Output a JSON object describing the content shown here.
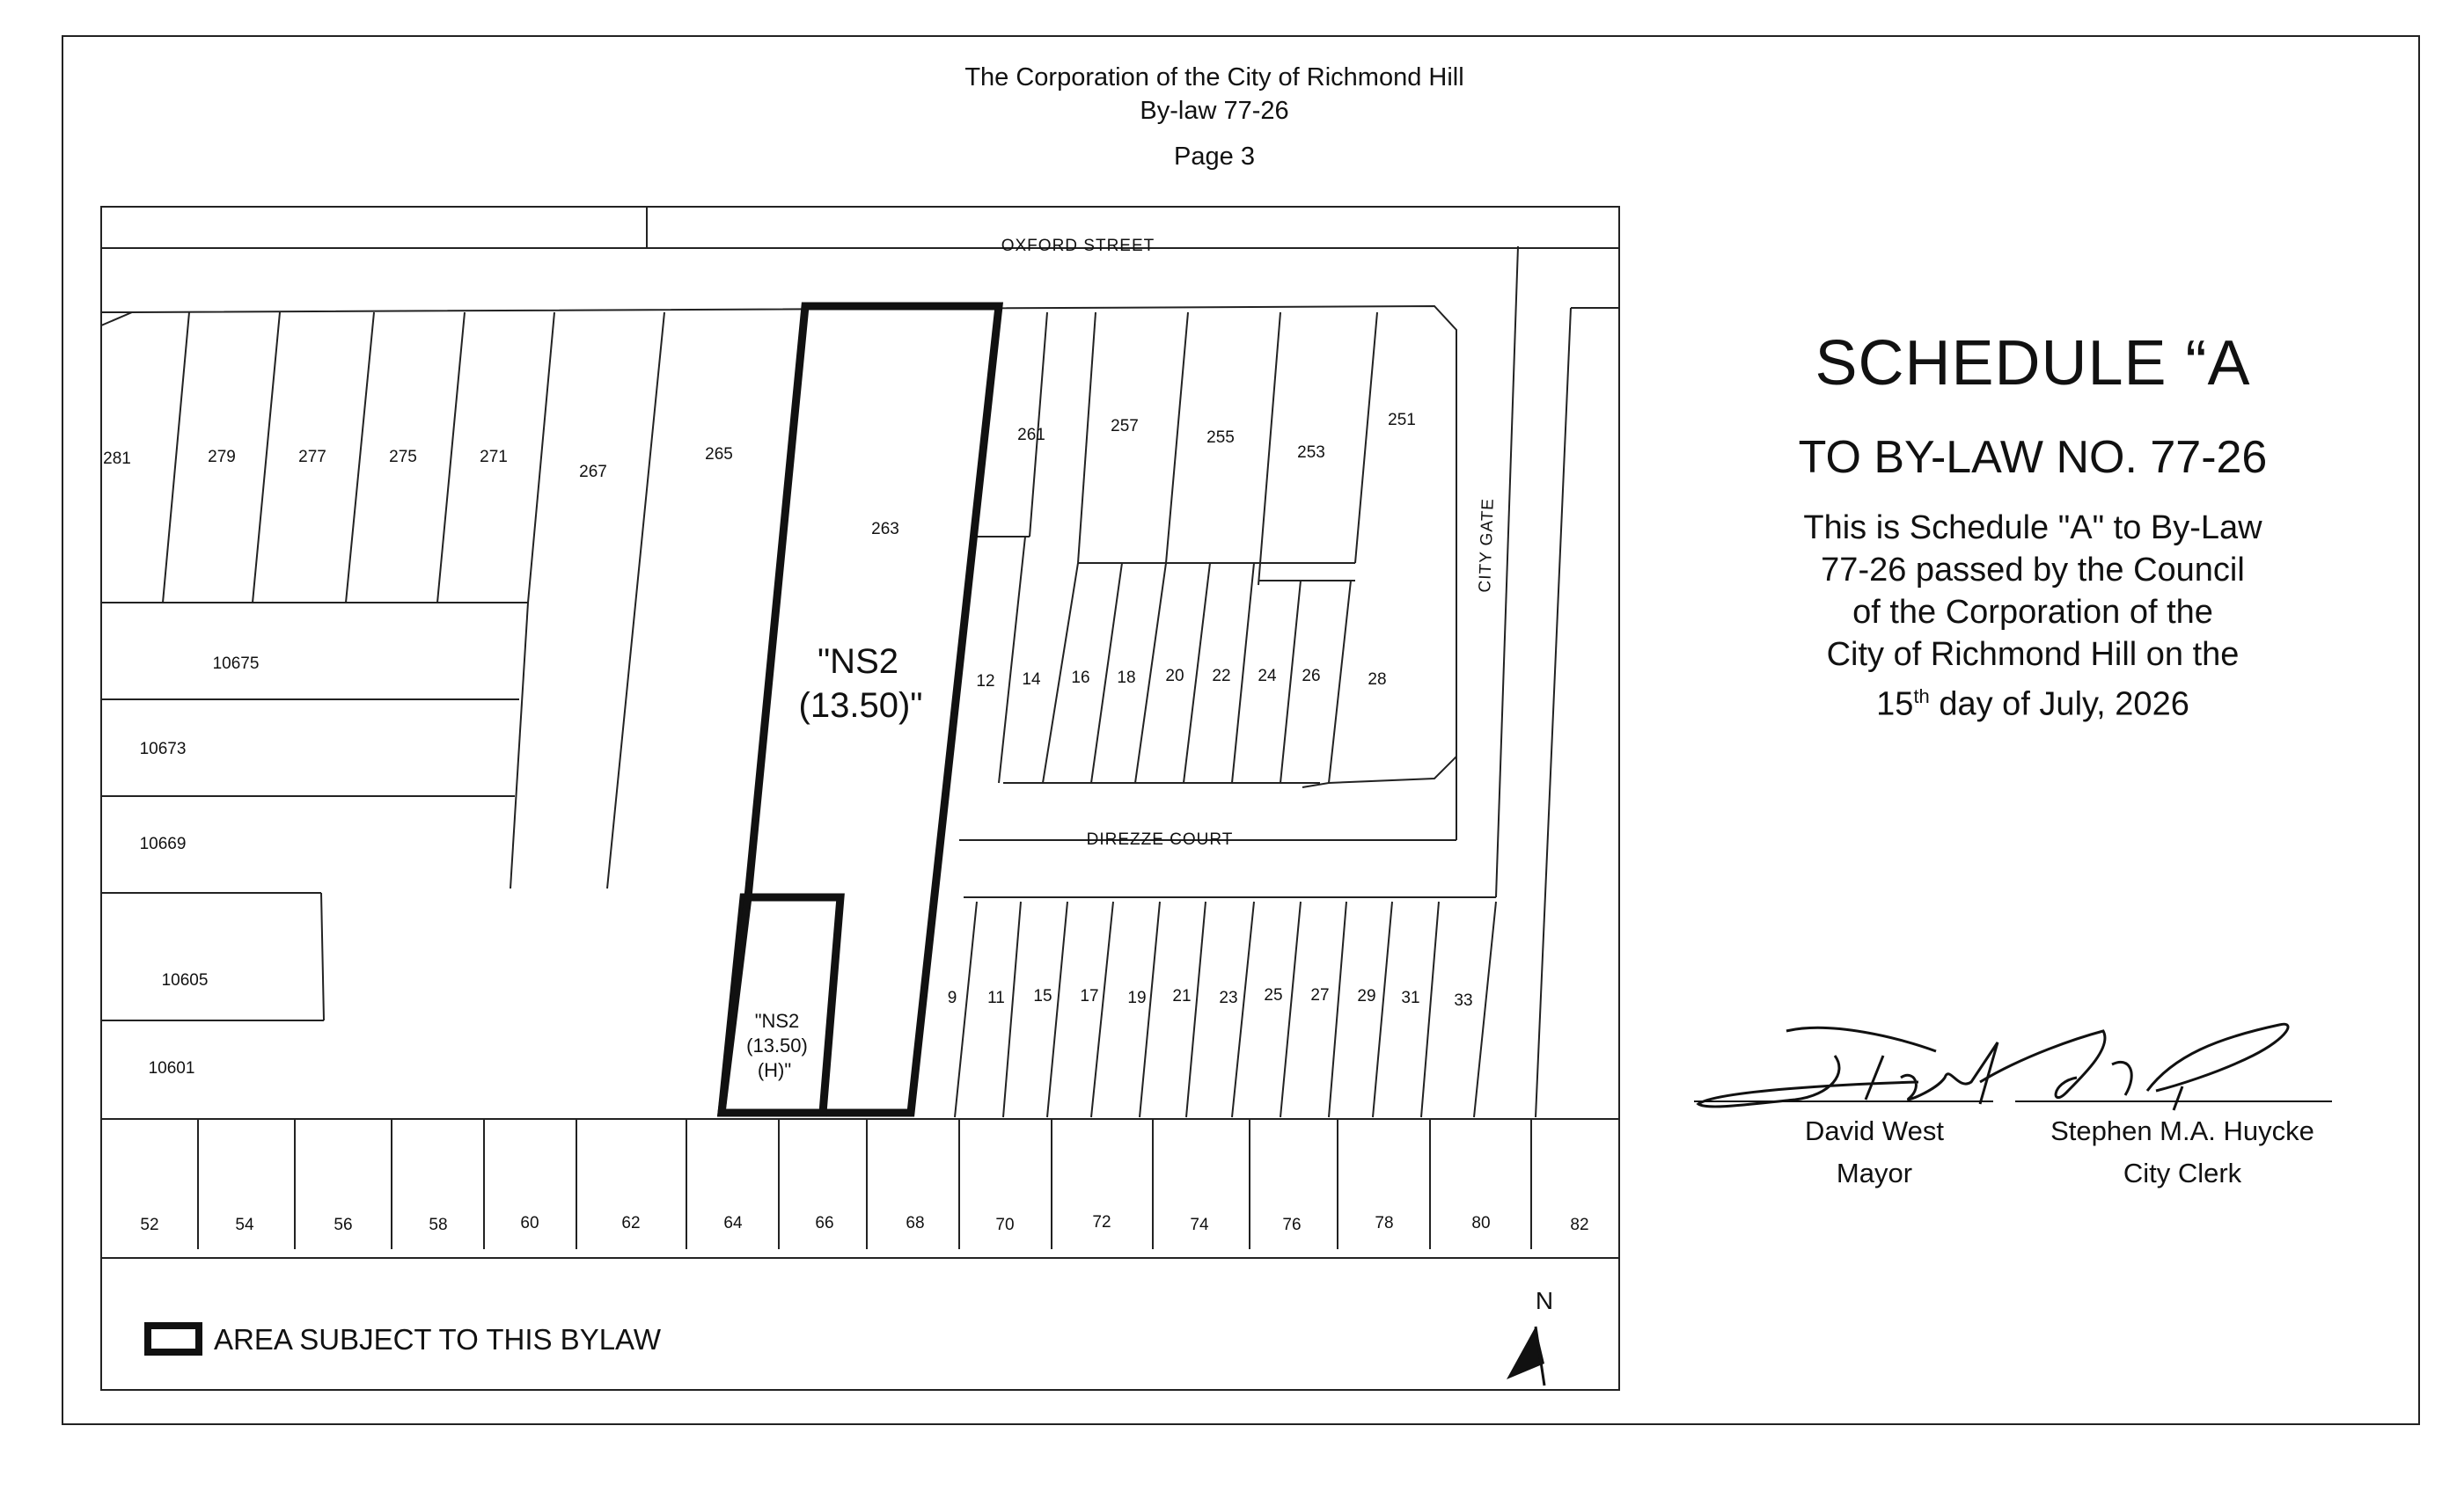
{
  "header": {
    "corporation": "The Corporation of the City of Richmond Hill",
    "bylaw": "By-law 77-26",
    "page": "Page 3"
  },
  "schedule": {
    "title": "SCHEDULE “A",
    "subtitle": "TO BY-LAW NO. 77-26",
    "body_lines": [
      "This is Schedule \"A\" to By-Law",
      "77-26 passed by the Council",
      "of the Corporation of the",
      "City of Richmond Hill on the"
    ],
    "day_prefix": "15",
    "day_suffix": "th",
    "day_rest": " day of July, 2026"
  },
  "signatures": {
    "mayor_name": "David West",
    "mayor_title": "Mayor",
    "clerk_name": "Stephen M.A. Huycke",
    "clerk_title": "City Clerk"
  },
  "map": {
    "streets": {
      "oxford": "OXFORD STREET",
      "direzze": "DIREZZE COURT",
      "city_gate": "CITY GATE"
    },
    "zone_large_line1": "\"NS2",
    "zone_large_line2": "(13.50)\"",
    "zone_small_line1": "\"NS2",
    "zone_small_line2": "(13.50)",
    "zone_small_line3": "(H)\"",
    "north_label": "N",
    "legend_label": "AREA SUBJECT TO THIS BYLAW",
    "lots_top": [
      "281",
      "279",
      "277",
      "275",
      "271",
      "267",
      "265",
      "263",
      "261",
      "257",
      "255",
      "253",
      "251"
    ],
    "lots_left": [
      "10675",
      "10673",
      "10669",
      "10605",
      "10601"
    ],
    "lots_court_north": [
      "12",
      "14",
      "16",
      "18",
      "20",
      "22",
      "24",
      "26",
      "28"
    ],
    "lots_court_south": [
      "9",
      "11",
      "15",
      "17",
      "19",
      "21",
      "23",
      "25",
      "27",
      "29",
      "31",
      "33"
    ],
    "lots_bottom": [
      "52",
      "54",
      "56",
      "58",
      "60",
      "62",
      "64",
      "66",
      "68",
      "70",
      "72",
      "74",
      "76",
      "78",
      "80",
      "82"
    ]
  }
}
